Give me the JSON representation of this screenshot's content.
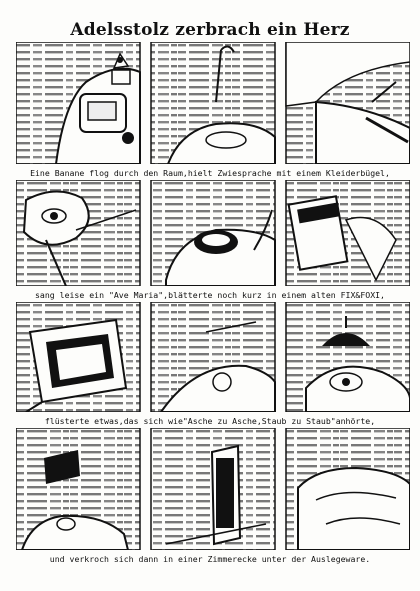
{
  "title": "Adelsstolz zerbrach ein Herz",
  "captions": [
    "Eine Banane flog durch den Raum,hielt Zwiesprache mit einem Kleiderbügel,",
    "sang leise ein \"Ave Maria\",blätterte noch kurz in einem alten FIX&FOXI,",
    "flüsterte etwas,das sich wie\"Asche zu Asche,Staub zu Staub\"anhörte,",
    "und verkroch sich dann in einer Zimmerecke unter der Auslegeware."
  ],
  "colors": {
    "ink": "#111111",
    "paper": "#fdfdfb",
    "print": "#6d6d6d"
  }
}
